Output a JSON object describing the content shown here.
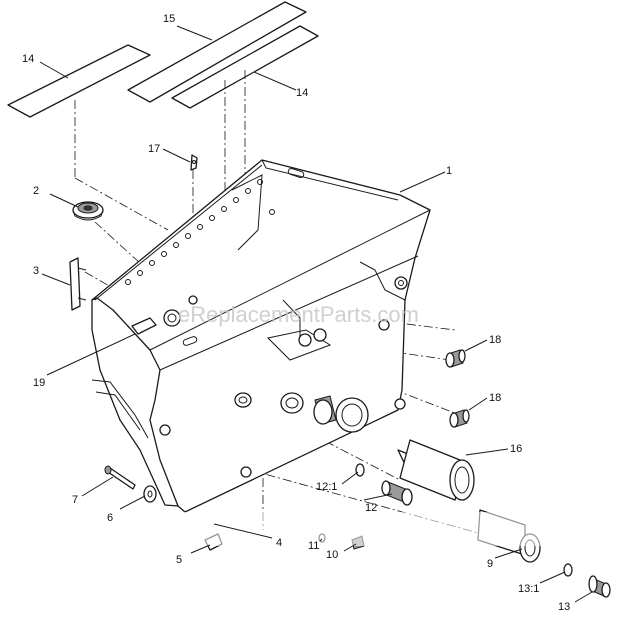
{
  "watermark": "eReplacementParts.com",
  "callouts": [
    {
      "label": "1",
      "ref": "frame"
    },
    {
      "label": "2",
      "ref": "level-gauge"
    },
    {
      "label": "3",
      "ref": "handle"
    },
    {
      "label": "4",
      "ref": "fitting-hole"
    },
    {
      "label": "5",
      "ref": "hinge-tab"
    },
    {
      "label": "6",
      "ref": "washer"
    },
    {
      "label": "7",
      "ref": "bolt"
    },
    {
      "label": "9",
      "ref": "adapter-nut"
    },
    {
      "label": "10",
      "ref": "small-fitting"
    },
    {
      "label": "11",
      "ref": "small-oring"
    },
    {
      "label": "12",
      "ref": "hose-fitting"
    },
    {
      "label": "12:1",
      "ref": "fitting-oring"
    },
    {
      "label": "13",
      "ref": "outlet-fitting"
    },
    {
      "label": "13:1",
      "ref": "outlet-oring"
    },
    {
      "label": "14",
      "ref": "decal-left"
    },
    {
      "label": "14",
      "ref": "decal-right"
    },
    {
      "label": "15",
      "ref": "decal-long"
    },
    {
      "label": "16",
      "ref": "filter"
    },
    {
      "label": "17",
      "ref": "clip"
    },
    {
      "label": "18",
      "ref": "upper-fitting"
    },
    {
      "label": "18",
      "ref": "lower-fitting"
    },
    {
      "label": "19",
      "ref": "label-tab"
    }
  ]
}
